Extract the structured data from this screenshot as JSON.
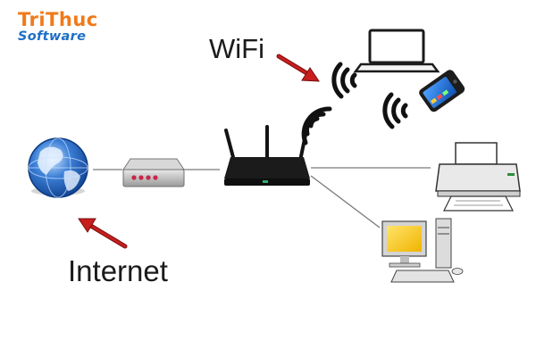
{
  "logo": {
    "line1": "TriThuc",
    "line2": "Software"
  },
  "labels": {
    "wifi": "WiFi",
    "internet": "Internet"
  },
  "colors": {
    "logo_orange": "#f07a1a",
    "logo_blue": "#1e6fc6",
    "arrow_red": "#c81e1e",
    "router_body": "#141414",
    "line_gray": "#7a7a7a",
    "monitor_screen": "#f2c21e"
  },
  "nodes": [
    "globe-icon",
    "modem-icon",
    "router-icon",
    "laptop-icon",
    "smartphone-icon",
    "printer-icon",
    "desktop-computer-icon"
  ]
}
